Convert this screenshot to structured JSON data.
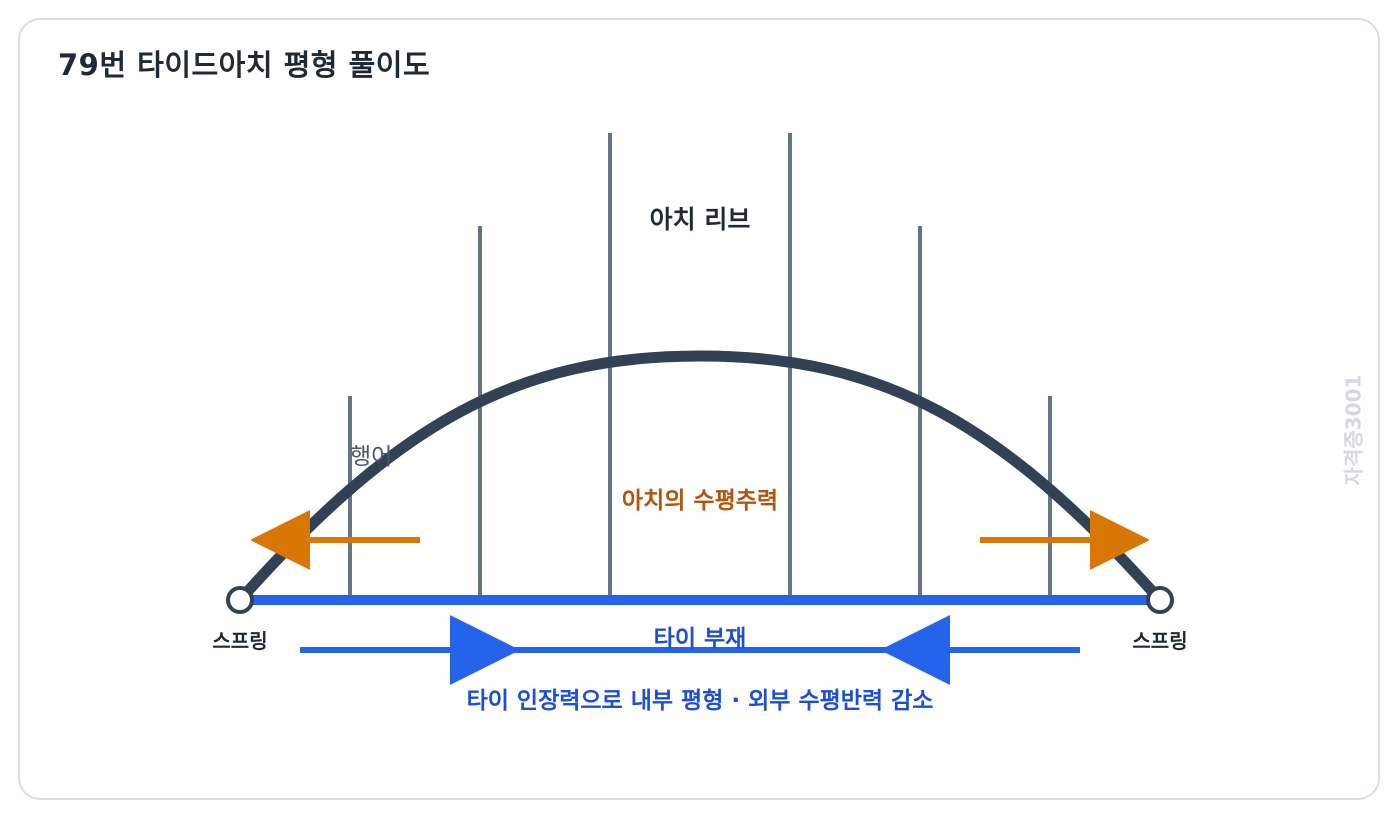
{
  "title": "79번 타이드아치 평형 풀이도",
  "labels": {
    "arch_rib": "아치 리브",
    "hanger": "행어",
    "arch_thrust": "아치의 수평추력",
    "spring_left": "스프링",
    "spring_right": "스프링",
    "tie_member": "타이 부재",
    "tie_explanation": "타이 인장력으로 내부 평형 · 외부 수평반력 감소"
  },
  "watermark": "자격증3001",
  "colors": {
    "arch": "#334155",
    "hanger": "#64748b",
    "tie": "#2563eb",
    "thrust": "#d97706",
    "text_dark": "#1f2937",
    "text_gray": "#4b5563",
    "thrust_label": "#b45309",
    "tie_label": "#1d4ed8",
    "border": "#d7dee8"
  },
  "icons": {
    "thrust_left": "arrow-left-icon",
    "thrust_right": "arrow-right-icon",
    "tension_left": "arrow-right-icon",
    "tension_right": "arrow-left-icon"
  }
}
